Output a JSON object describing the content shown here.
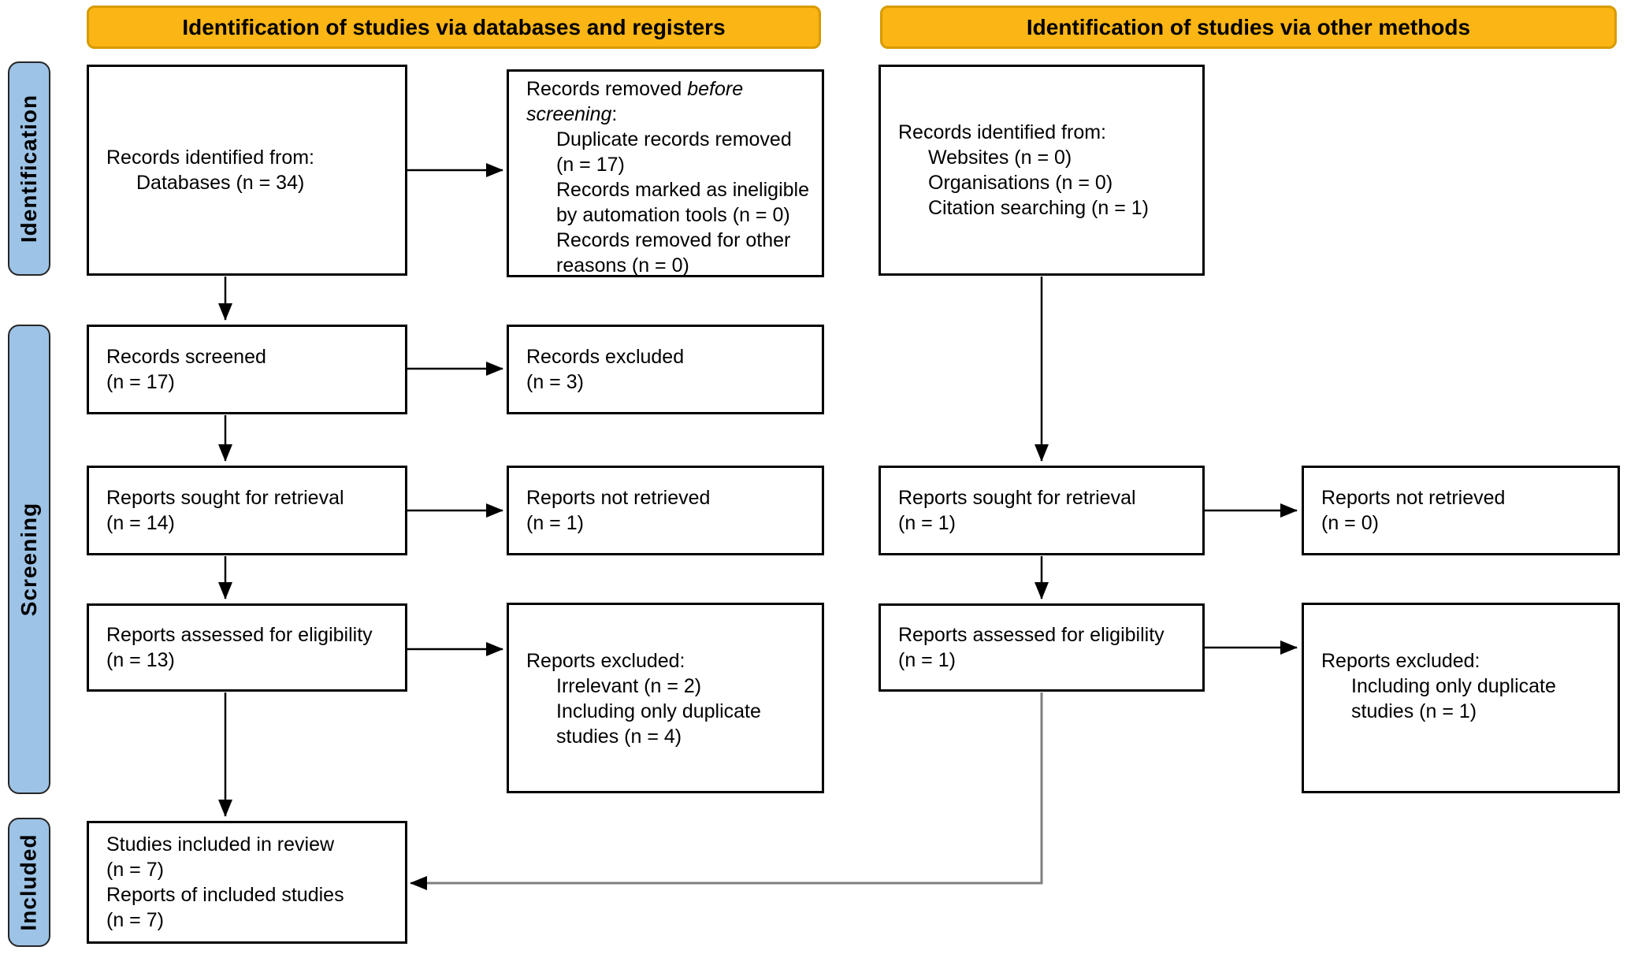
{
  "banners": {
    "left": "Identification of studies via databases and registers",
    "right": "Identification of studies via other methods"
  },
  "stages": {
    "identification": "Identification",
    "screening": "Screening",
    "included": "Included"
  },
  "colors": {
    "banner_fill": "#FBB515",
    "banner_border": "#D79B00",
    "stage_fill": "#9DC3E6",
    "stage_border": "#262626",
    "box_border": "#000000",
    "arrow": "#000000",
    "arrow_gray": "#7F7F7F"
  },
  "boxes": {
    "db_identified": {
      "lines": [
        {
          "text": "Records identified from:",
          "indent": 0
        },
        {
          "text": "Databases (n = 34)",
          "indent": 1
        }
      ]
    },
    "removed_before_screening": {
      "lines": [
        {
          "segments": [
            {
              "text": "Records removed "
            },
            {
              "text": "before",
              "italic": true
            }
          ],
          "indent": 0
        },
        {
          "segments": [
            {
              "text": "screening",
              "italic": true
            },
            {
              "text": ":"
            }
          ],
          "indent": 0
        },
        {
          "text": "Duplicate records removed",
          "indent": 1
        },
        {
          "text": "(n = 17)",
          "indent": 1
        },
        {
          "text": "Records marked as ineligible",
          "indent": 1
        },
        {
          "text": "by automation tools (n = 0)",
          "indent": 1
        },
        {
          "text": "Records removed for other",
          "indent": 1
        },
        {
          "text": "reasons (n = 0)",
          "indent": 1
        }
      ]
    },
    "records_screened": {
      "lines": [
        {
          "text": "Records screened",
          "indent": 0
        },
        {
          "text": "(n = 17)",
          "indent": 0
        }
      ]
    },
    "records_excluded": {
      "lines": [
        {
          "text": "Records excluded",
          "indent": 0
        },
        {
          "text": "(n = 3)",
          "indent": 0
        }
      ]
    },
    "reports_sought": {
      "lines": [
        {
          "text": "Reports sought for retrieval",
          "indent": 0
        },
        {
          "text": "(n = 14)",
          "indent": 0
        }
      ]
    },
    "reports_not_retrieved": {
      "lines": [
        {
          "text": "Reports not retrieved",
          "indent": 0
        },
        {
          "text": "(n = 1)",
          "indent": 0
        }
      ]
    },
    "reports_assessed": {
      "lines": [
        {
          "text": "Reports assessed for eligibility",
          "indent": 0
        },
        {
          "text": "(n = 13)",
          "indent": 0
        }
      ]
    },
    "reports_excluded": {
      "lines": [
        {
          "text": "Reports excluded:",
          "indent": 0
        },
        {
          "text": "Irrelevant (n = 2)",
          "indent": 1
        },
        {
          "text": "Including only duplicate",
          "indent": 1
        },
        {
          "text": "studies (n = 4)",
          "indent": 1
        }
      ]
    },
    "included_review": {
      "lines": [
        {
          "text": "Studies included in review",
          "indent": 0
        },
        {
          "text": "(n = 7)",
          "indent": 0
        },
        {
          "text": "Reports of included studies",
          "indent": 0
        },
        {
          "text": "(n = 7)",
          "indent": 0
        }
      ]
    },
    "other_identified": {
      "lines": [
        {
          "text": "Records identified from:",
          "indent": 0
        },
        {
          "text": "Websites (n = 0)",
          "indent": 1
        },
        {
          "text": "Organisations (n = 0)",
          "indent": 1
        },
        {
          "text": "Citation searching (n = 1)",
          "indent": 1
        }
      ]
    },
    "other_reports_sought": {
      "lines": [
        {
          "text": "Reports sought for retrieval",
          "indent": 0
        },
        {
          "text": "(n = 1)",
          "indent": 0
        }
      ]
    },
    "other_reports_not_retrieved": {
      "lines": [
        {
          "text": "Reports not retrieved",
          "indent": 0
        },
        {
          "text": "(n = 0)",
          "indent": 0
        }
      ]
    },
    "other_reports_assessed": {
      "lines": [
        {
          "text": "Reports assessed for eligibility",
          "indent": 0
        },
        {
          "text": "(n = 1)",
          "indent": 0
        }
      ]
    },
    "other_reports_excluded": {
      "lines": [
        {
          "text": "Reports excluded:",
          "indent": 0
        },
        {
          "text": "Including only duplicate",
          "indent": 1
        },
        {
          "text": "studies (n = 1)",
          "indent": 1
        }
      ]
    }
  }
}
